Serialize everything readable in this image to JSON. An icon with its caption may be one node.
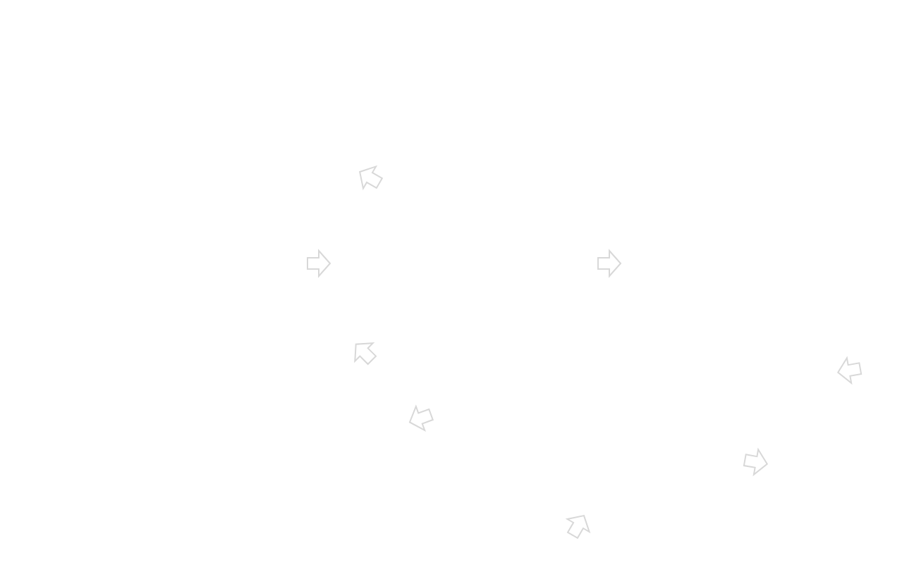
{
  "diagram": {
    "nodes": [
      {
        "text": [],
        "shape": "arrow"
      },
      {
        "text": [],
        "shape": "arrow"
      },
      {
        "text": [],
        "shape": "arrow"
      },
      {
        "text": [],
        "shape": "arrow"
      },
      {
        "text": [],
        "shape": "arrow"
      },
      {
        "text": [],
        "shape": "arrow"
      },
      {
        "text": [],
        "shape": "arrow"
      },
      {
        "text": [],
        "shape": "arrow"
      }
    ]
  }
}
